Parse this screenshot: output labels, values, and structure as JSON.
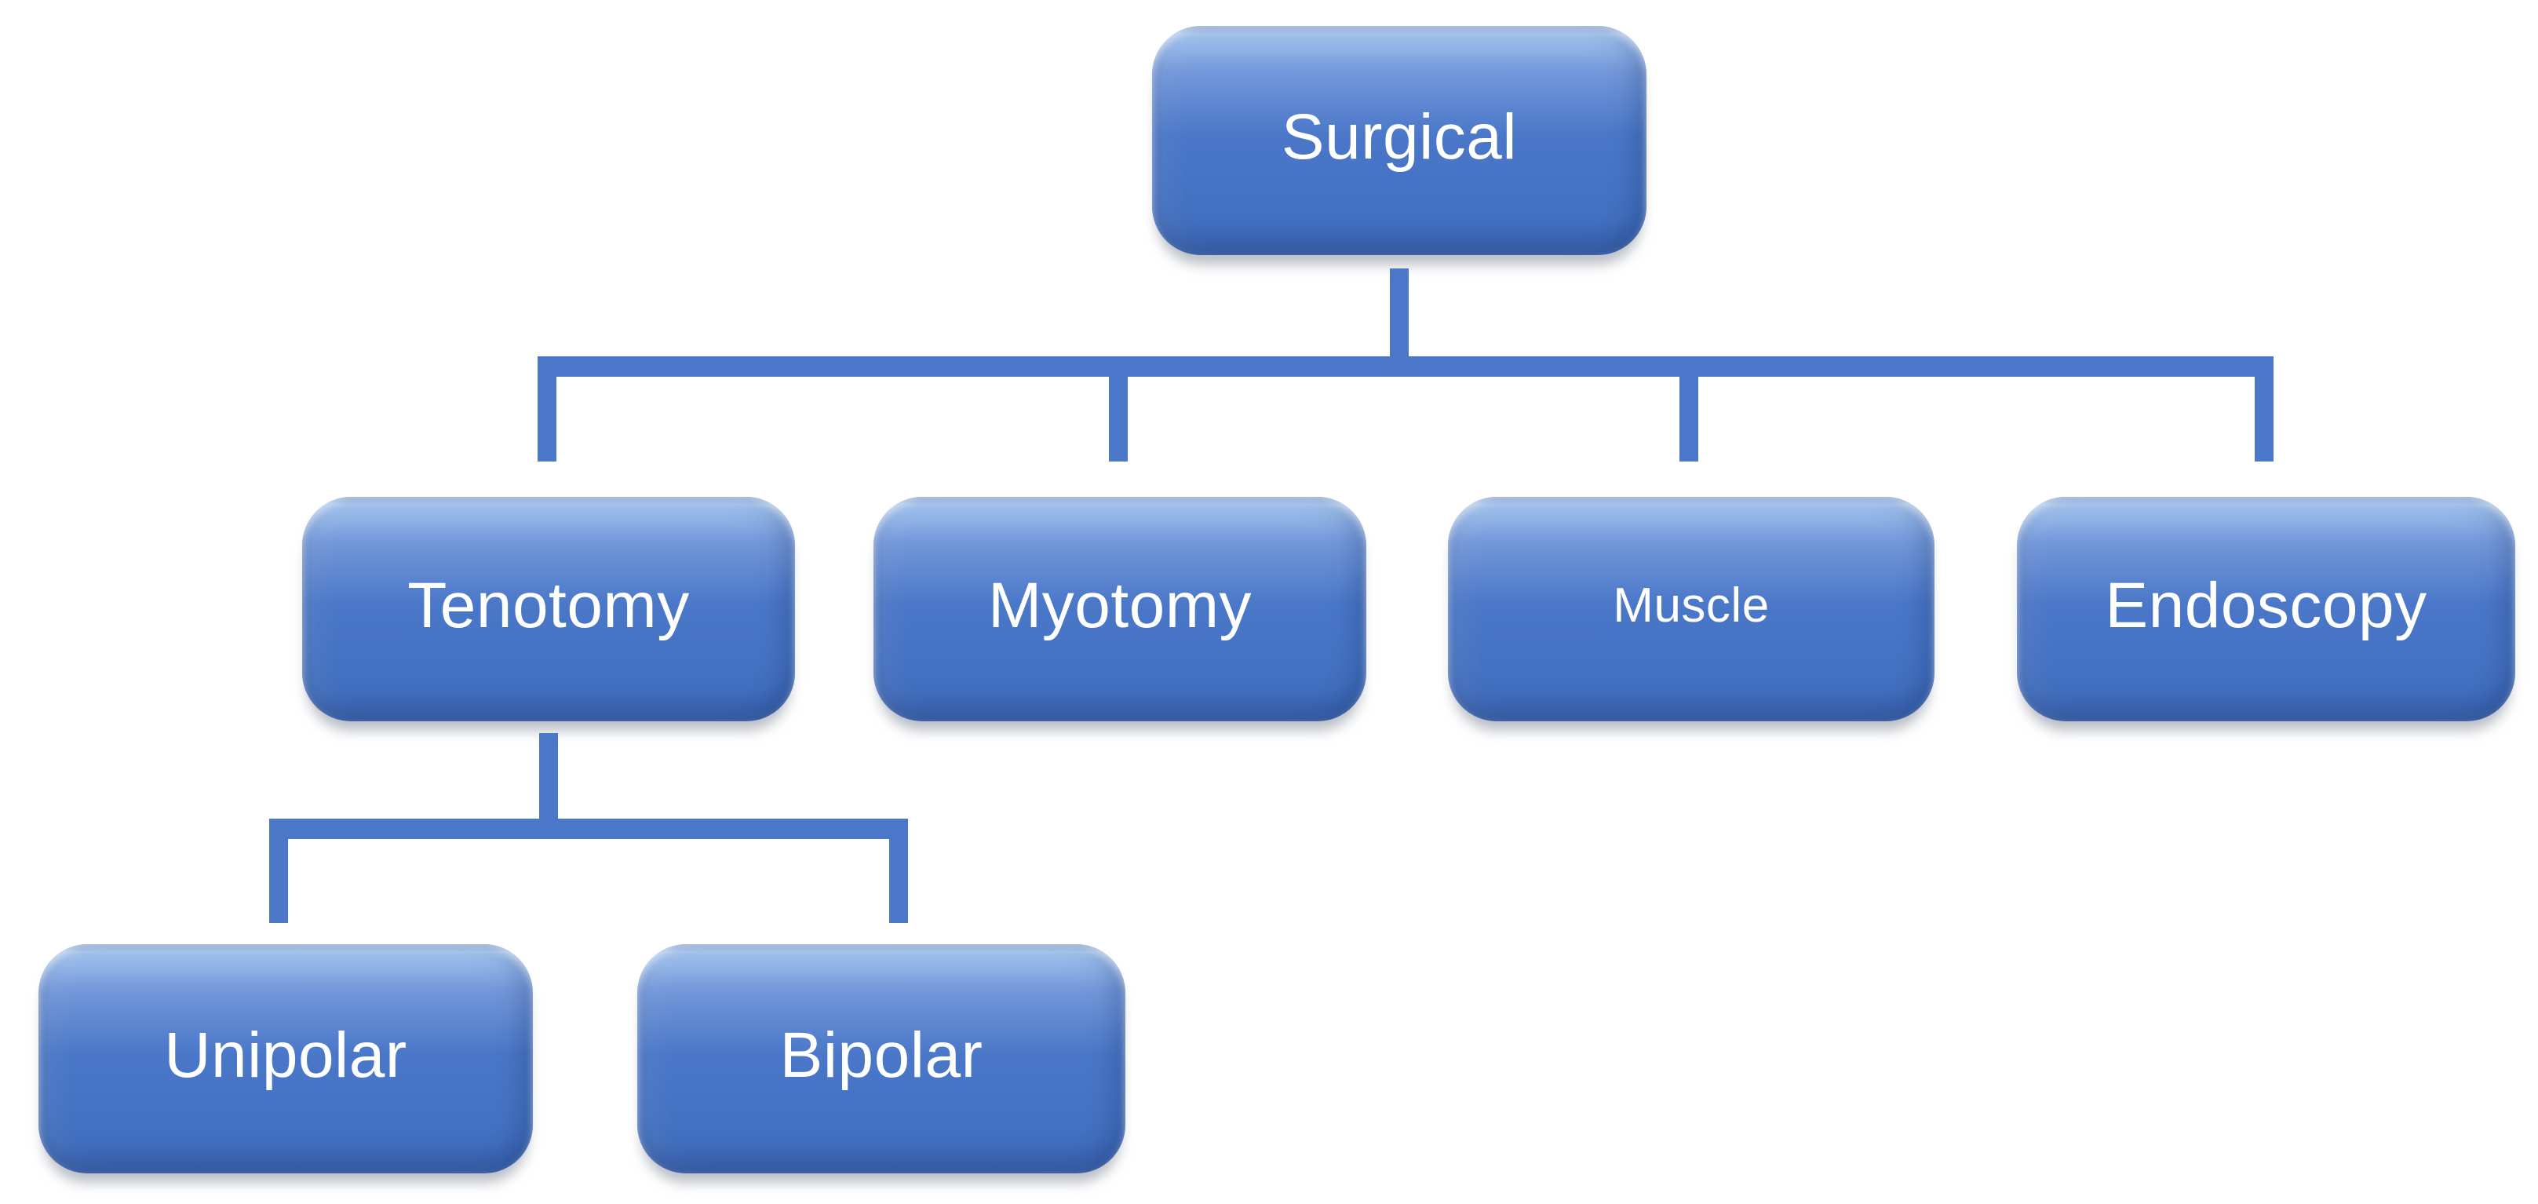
{
  "diagram": {
    "type": "hierarchy",
    "root": {
      "label": "Surgical"
    },
    "level2": [
      {
        "label": "Tenotomy"
      },
      {
        "label": "Myotomy"
      },
      {
        "label": "Muscle"
      },
      {
        "label": "Endoscopy"
      }
    ],
    "level3": [
      {
        "label": "Unipolar"
      },
      {
        "label": "Bipolar"
      }
    ],
    "edges": [
      {
        "from": "Surgical",
        "to": "Tenotomy"
      },
      {
        "from": "Surgical",
        "to": "Myotomy"
      },
      {
        "from": "Surgical",
        "to": "Muscle"
      },
      {
        "from": "Surgical",
        "to": "Endoscopy"
      },
      {
        "from": "Tenotomy",
        "to": "Unipolar"
      },
      {
        "from": "Tenotomy",
        "to": "Bipolar"
      }
    ]
  },
  "colors": {
    "node_fill": "#4a77c8",
    "node_gradient_top": "#a3c4f0",
    "node_gradient_bottom": "#4270c0",
    "node_edge_top": "#5b80c4",
    "connector": "#4a77c8",
    "label_text": "#ffffff",
    "background": "#ffffff"
  }
}
